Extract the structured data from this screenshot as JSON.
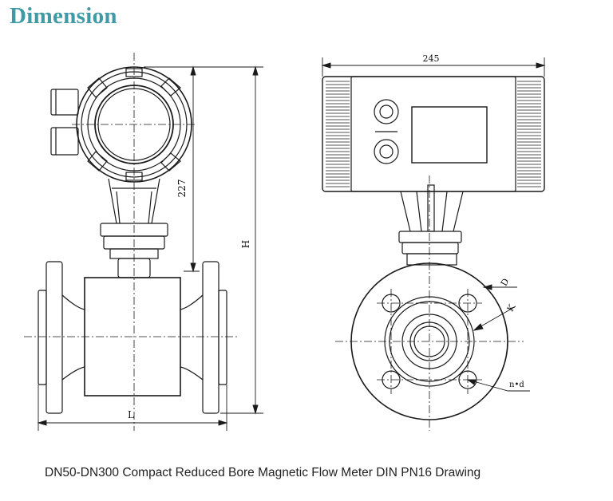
{
  "header": {
    "title": "Dimension"
  },
  "drawing": {
    "dimensions": {
      "overall_width": "245",
      "height_to_center": "227",
      "overall_height": "H",
      "length": "L",
      "flange_outer": "D",
      "bolt_circle": "K",
      "bolt_holes": "n•d"
    }
  },
  "footer": {
    "caption": "DN50-DN300 Compact Reduced Bore Magnetic Flow Meter DIN PN16 Drawing"
  },
  "colors": {
    "title": "#3f9aa6",
    "line": "#1a1a1a",
    "text": "#222222"
  }
}
